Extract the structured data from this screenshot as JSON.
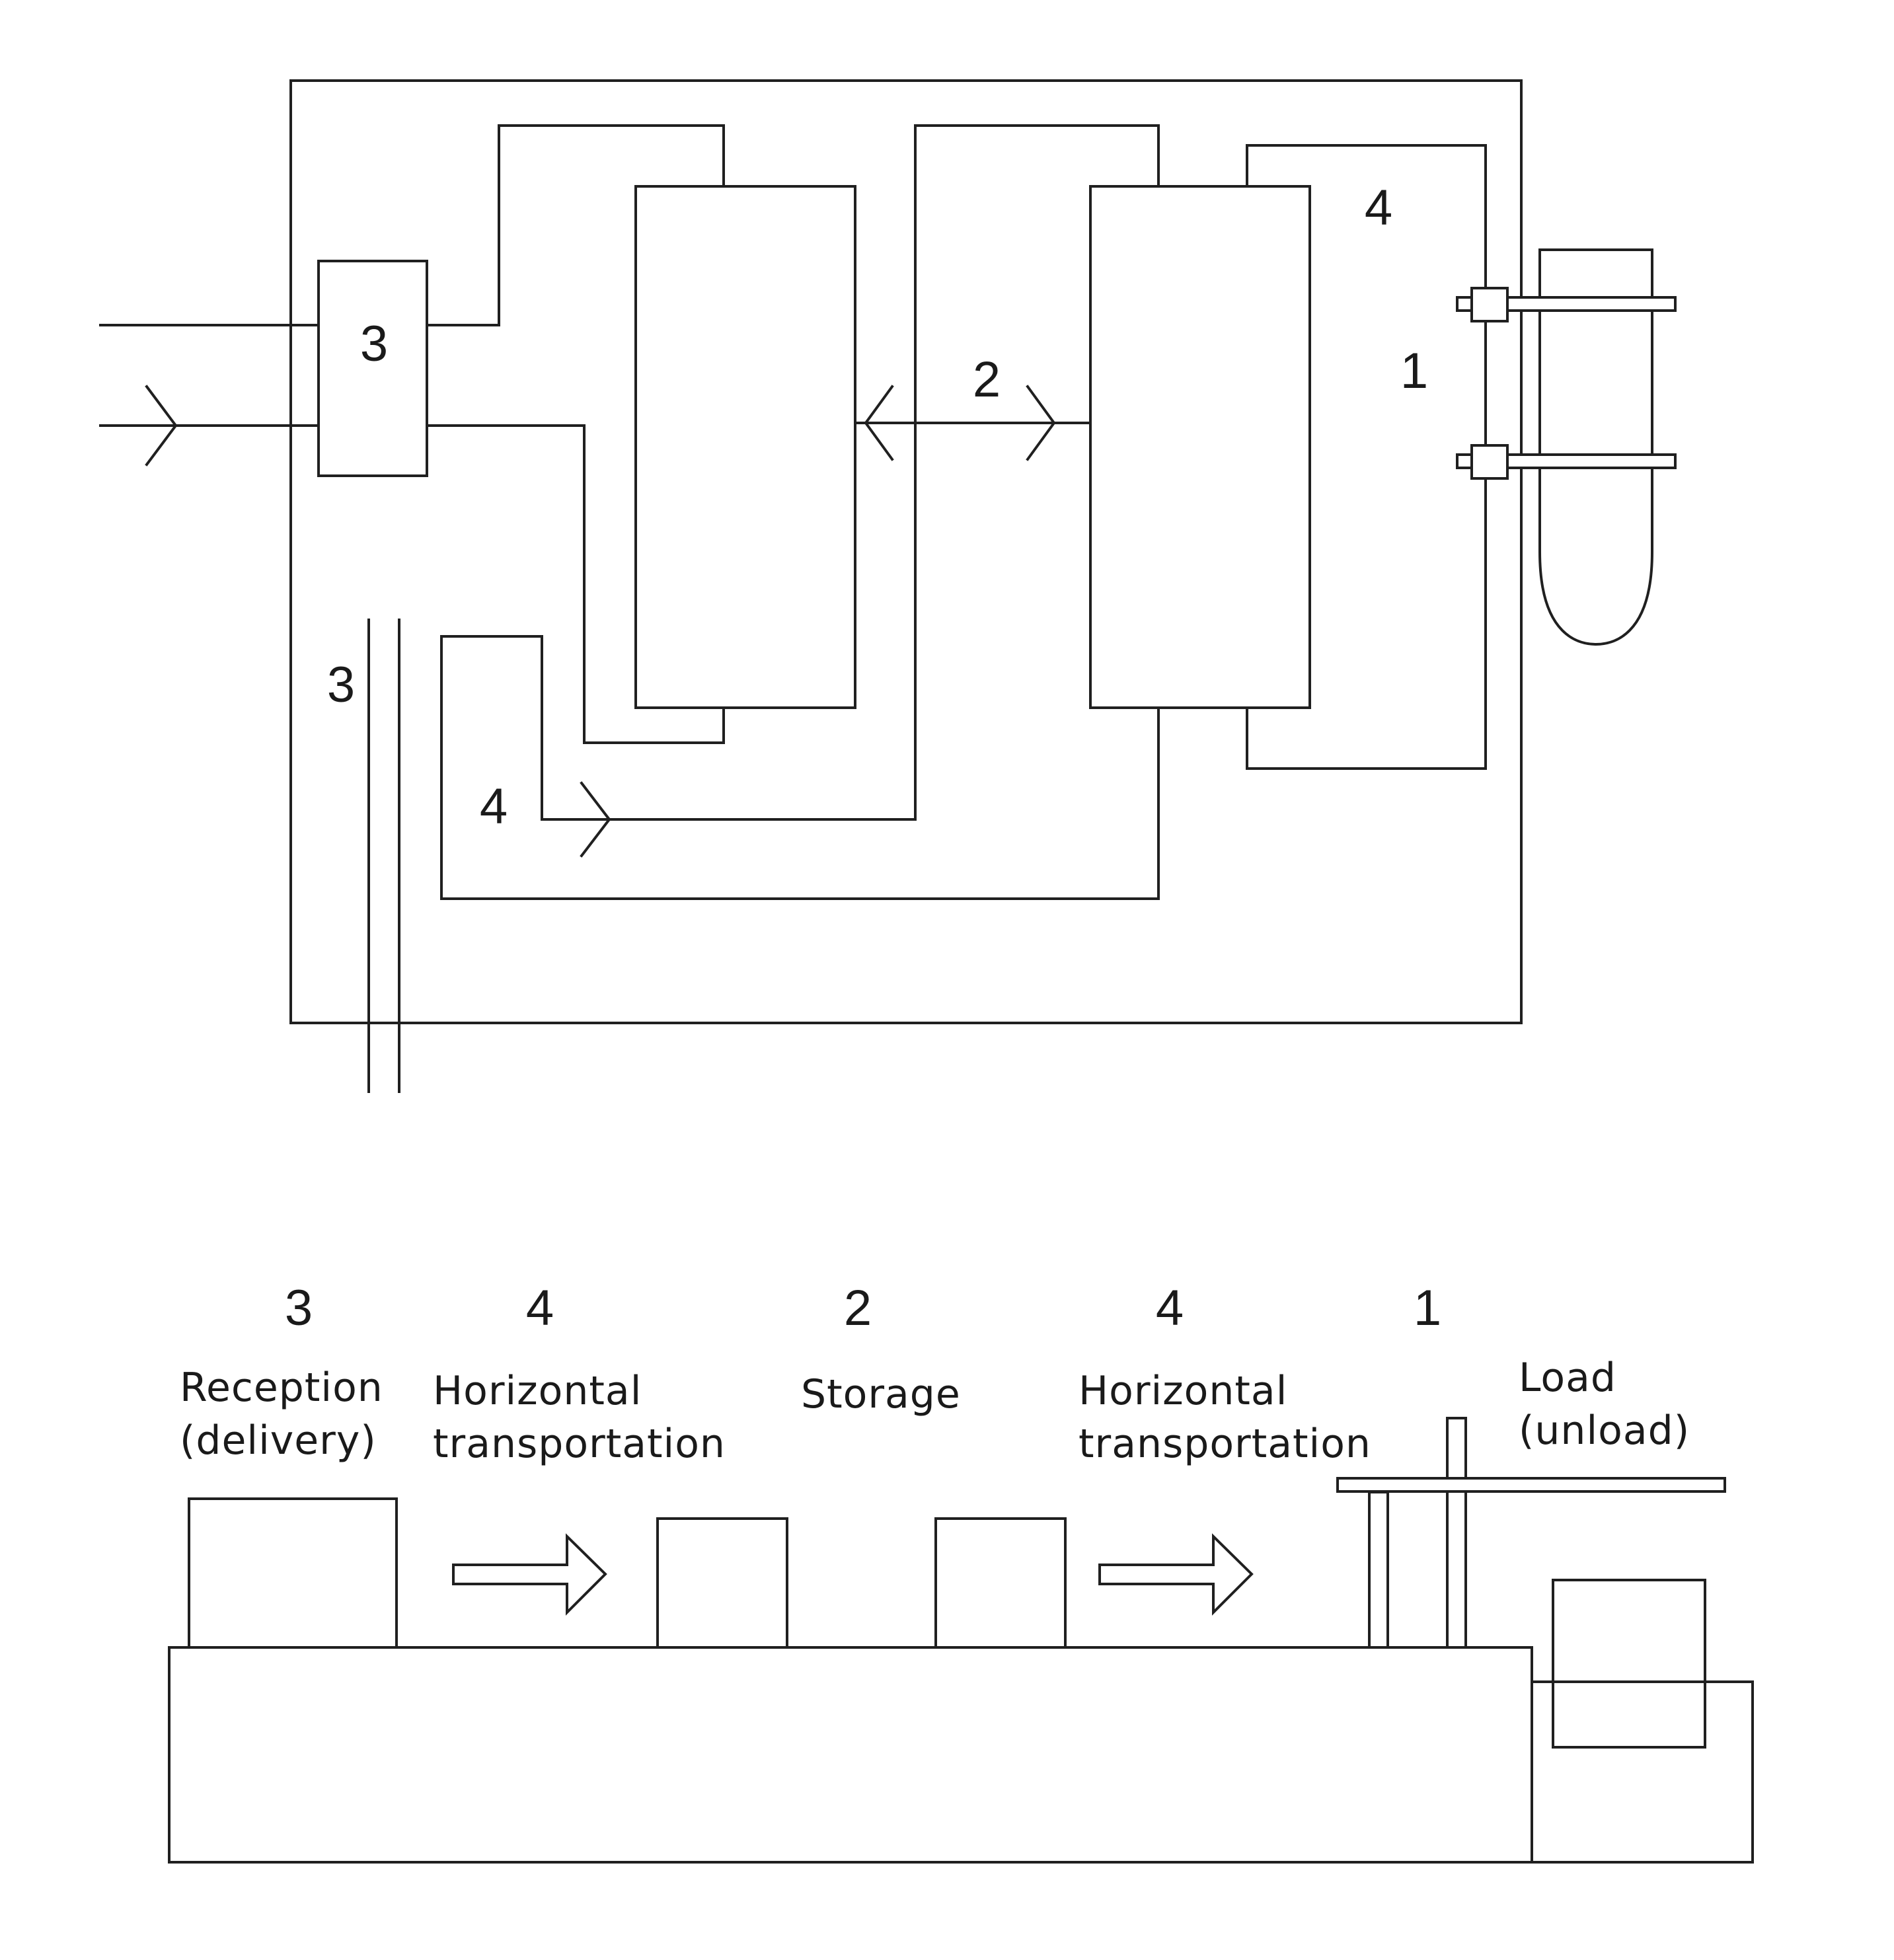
{
  "top_diagram": {
    "labels": {
      "reception_box": "3",
      "rail_track": "3",
      "storage_link": "2",
      "transport_top": "4",
      "transport_bottom": "4",
      "ship_berth": "1"
    }
  },
  "bottom_diagram": {
    "stages": [
      {
        "number": "3",
        "line1": "Reception",
        "line2": "(delivery)"
      },
      {
        "number": "4",
        "line1": "Horizontal",
        "line2": "transportation"
      },
      {
        "number": "2",
        "line1": "Storage",
        "line2": ""
      },
      {
        "number": "4",
        "line1": "Horizontal",
        "line2": "transportation"
      },
      {
        "number": "1",
        "line1": "Load",
        "line2": "(unload)"
      }
    ]
  }
}
